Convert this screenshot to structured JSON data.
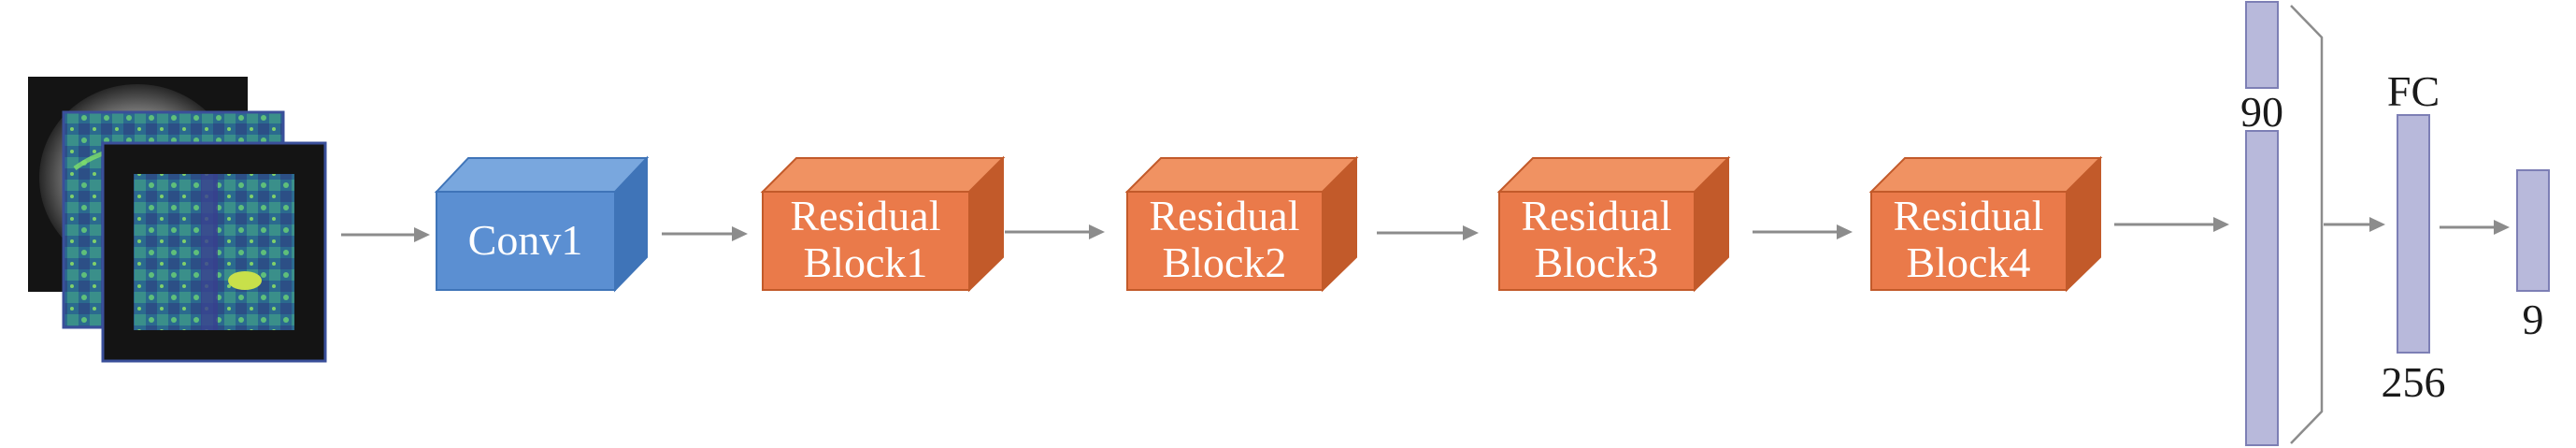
{
  "colors": {
    "conv_front": "#5b8fd2",
    "conv_top": "#79a7de",
    "conv_side": "#3f74b8",
    "res_front": "#ea7a4a",
    "res_top": "#f09262",
    "res_side": "#c25a2a",
    "vector_fill": "#b8b9db",
    "vector_stroke": "#7d7fb5",
    "arrow": "#8c8c8c"
  },
  "input_stack": {
    "icon": "image-stack-icon",
    "layers": [
      "mri-slice-back",
      "heatmap-slice-middle",
      "heatmap-slice-front"
    ]
  },
  "blocks": [
    {
      "id": "conv1",
      "line1": "Conv1",
      "line2": ""
    },
    {
      "id": "res1",
      "line1": "Residual",
      "line2": "Block1"
    },
    {
      "id": "res2",
      "line1": "Residual",
      "line2": "Block2"
    },
    {
      "id": "res3",
      "line1": "Residual",
      "line2": "Block3"
    },
    {
      "id": "res4",
      "line1": "Residual",
      "line2": "Block4"
    }
  ],
  "vectors": {
    "flatten": {
      "label": "90"
    },
    "fc": {
      "title": "FC",
      "label": "256"
    },
    "output": {
      "label": "9"
    }
  }
}
